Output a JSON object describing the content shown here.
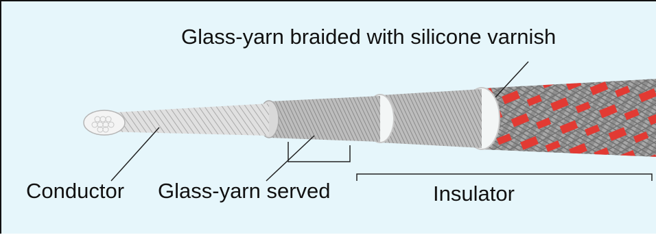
{
  "labels": {
    "braided": "Glass-yarn braided with silicone varnish",
    "conductor": "Conductor",
    "served": "Glass-yarn served",
    "insulator": "Insulator"
  },
  "colors": {
    "background": "#e6f6fb",
    "braid_accent": "#e23a33",
    "braid_base": "#8f8f8f",
    "conductor": "#e3e3e3"
  }
}
